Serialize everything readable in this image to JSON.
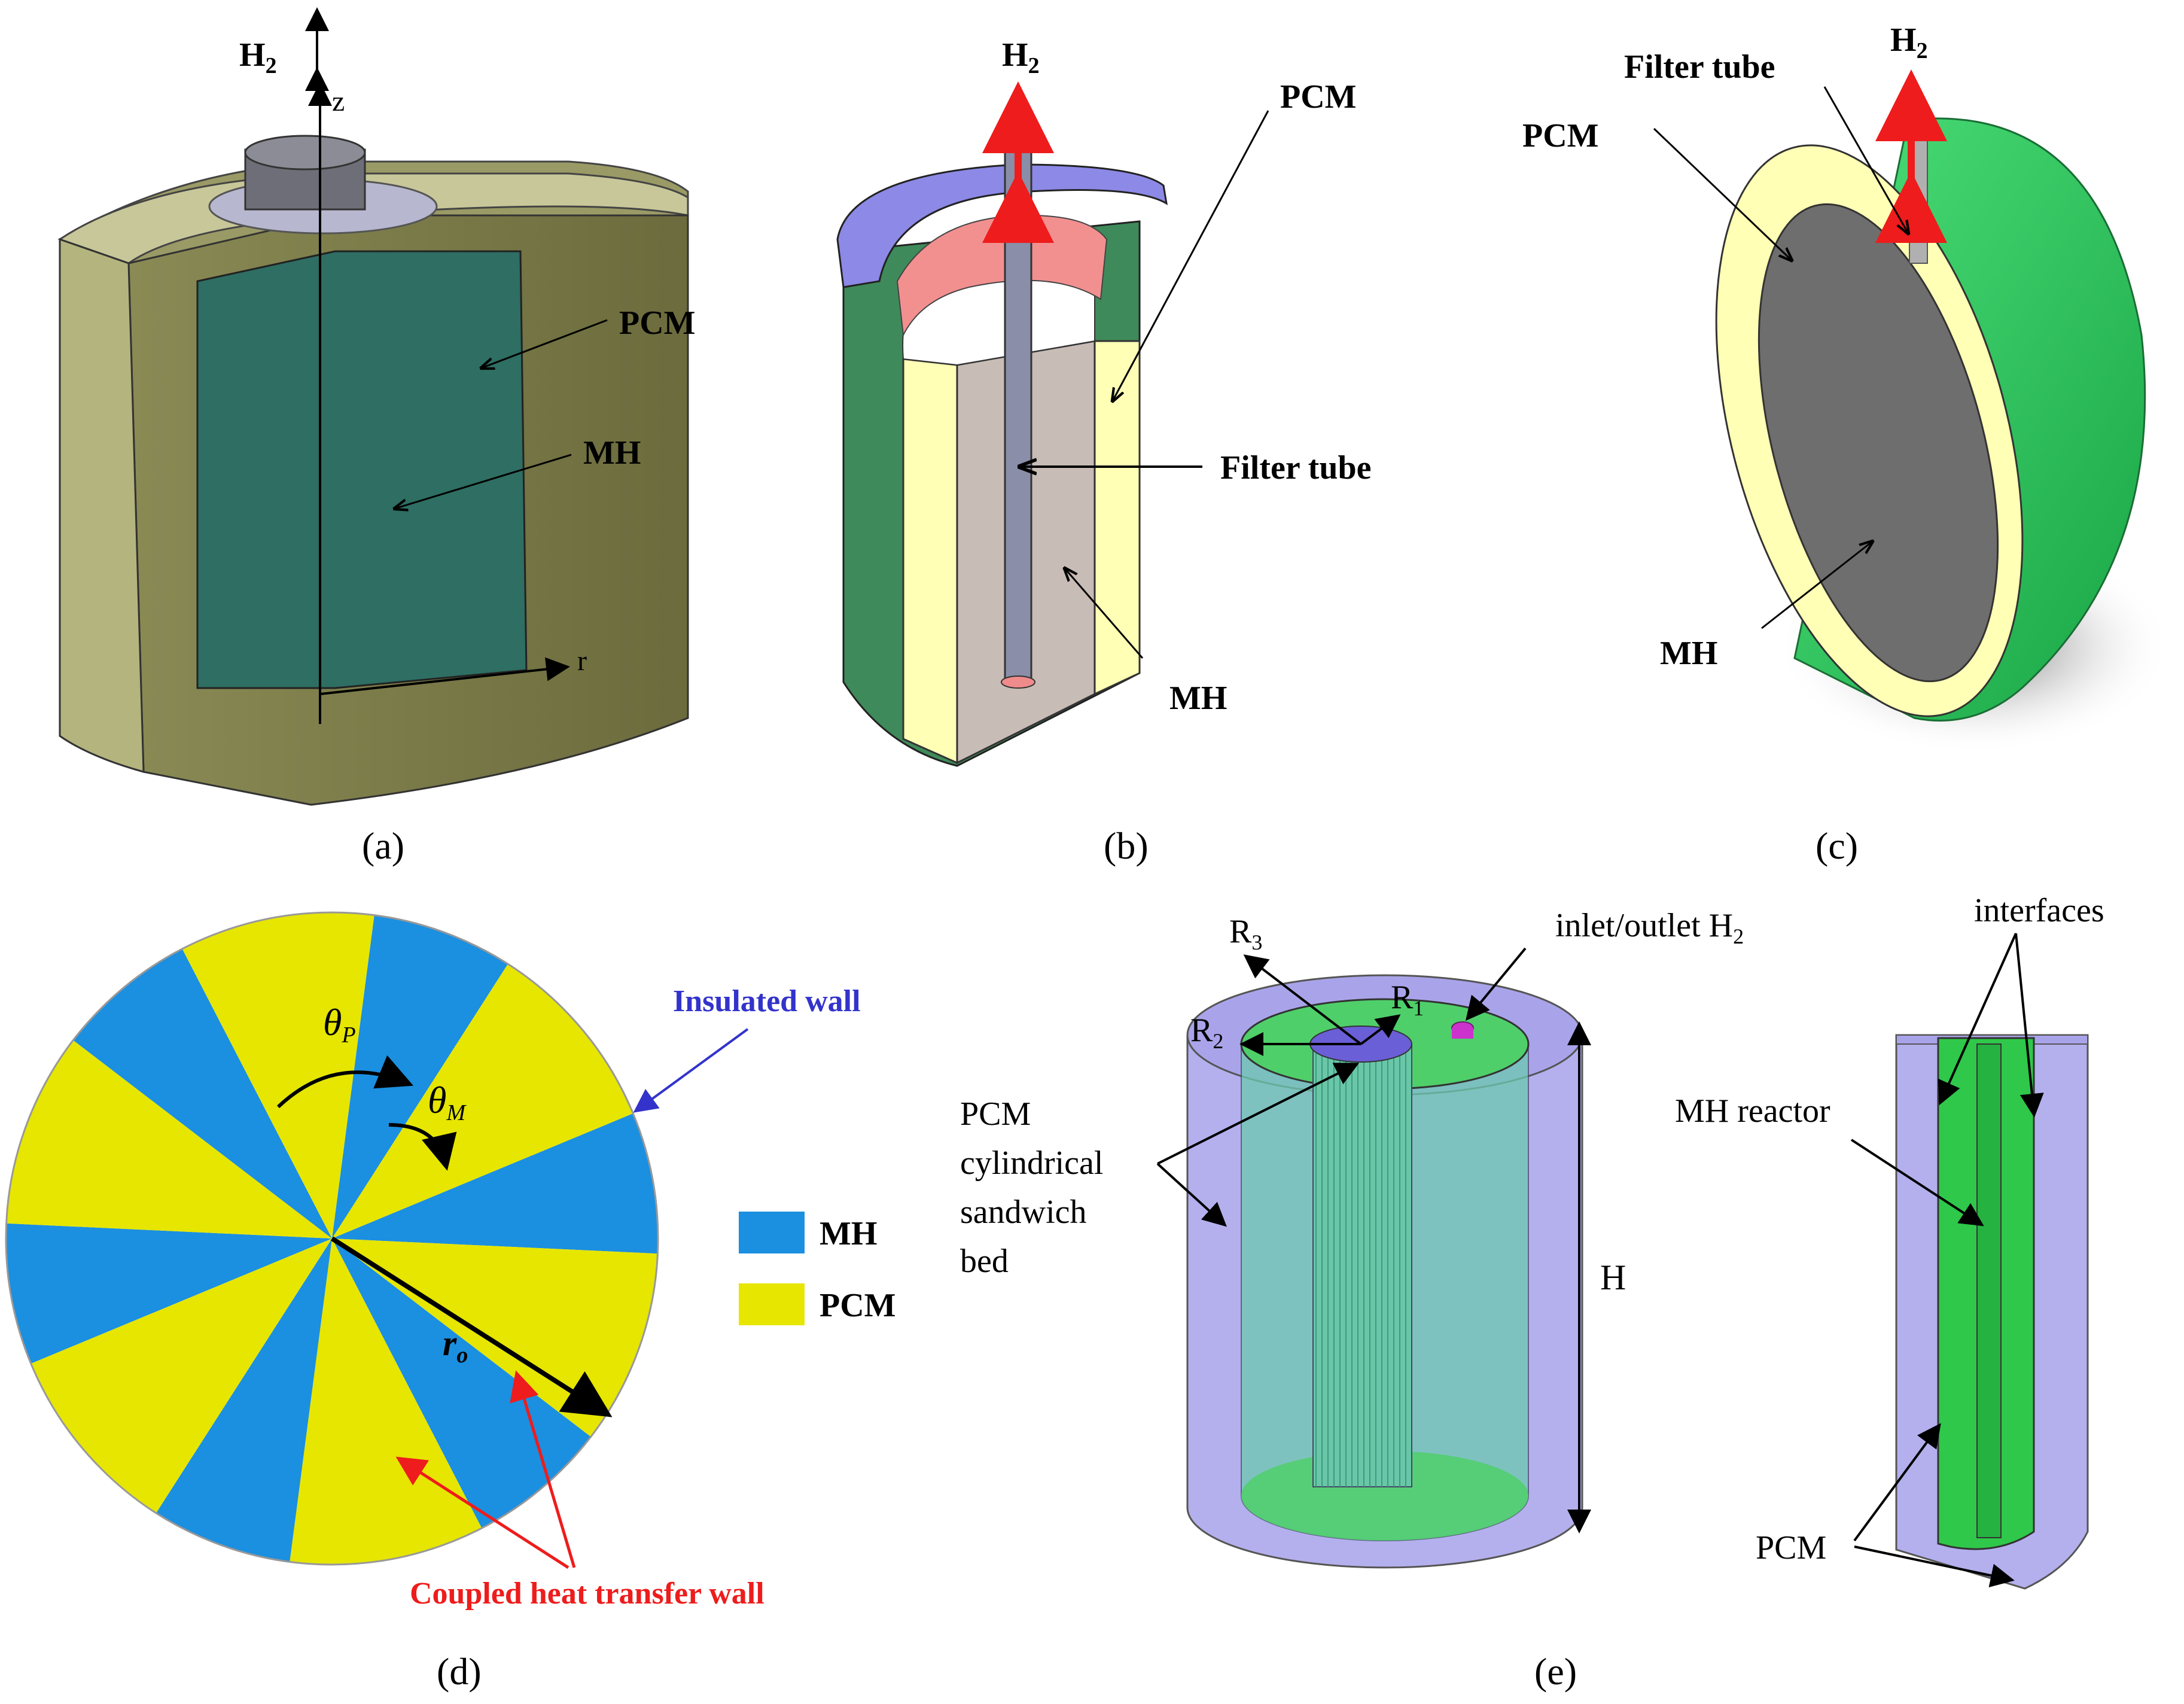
{
  "colors": {
    "pcm_yellow": "#ffffb5",
    "pcm_olive": "#6f6f3f",
    "mh_teal": "#2f6b62",
    "mh_blue": "#1b8fe0",
    "sector_yellow": "#e6e600",
    "purple": "#9e99e6",
    "green": "#2fae4f",
    "red_arrow": "#ee1c1c",
    "pink": "#f08b8b",
    "tan": "#c8bcb6"
  },
  "panel_a": {
    "h2": "H",
    "h2_sub": "2",
    "axis_z": "z",
    "axis_r": "r",
    "pcm": "PCM",
    "mh": "MH",
    "caption": "(a)"
  },
  "panel_b": {
    "h2": "H",
    "h2_sub": "2",
    "pcm": "PCM",
    "filter_tube": "Filter tube",
    "mh": "MH",
    "caption": "(b)"
  },
  "panel_c": {
    "h2": "H",
    "h2_sub": "2",
    "filter_tube": "Filter tube",
    "pcm": "PCM",
    "mh": "MH",
    "caption": "(c)"
  },
  "panel_d": {
    "theta_p": "θ",
    "theta_p_sub": "P",
    "theta_m": "θ",
    "theta_m_sub": "M",
    "insulated_wall": "Insulated wall",
    "r_o": "r",
    "r_o_sub": "o",
    "coupled_wall": "Coupled heat transfer wall",
    "legend_mh": "MH",
    "legend_pcm": "PCM",
    "caption": "(d)"
  },
  "panel_e": {
    "r3": "R",
    "r3_sub": "3",
    "r2": "R",
    "r2_sub": "2",
    "r1": "R",
    "r1_sub": "1",
    "inlet": "inlet/outlet H",
    "inlet_sub": "2",
    "pcm_bed_lines": [
      "PCM",
      "cylindrical",
      "sandwich",
      "bed"
    ],
    "height": "H",
    "interfaces": "interfaces",
    "mh_reactor": "MH reactor",
    "pcm": "PCM",
    "caption": "(e)"
  }
}
